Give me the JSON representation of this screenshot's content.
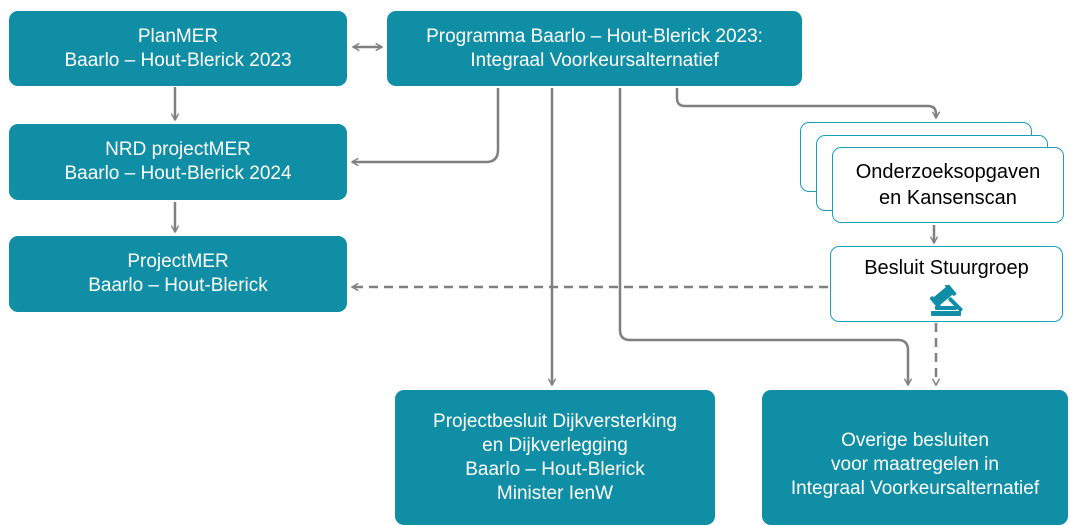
{
  "colors": {
    "box_fill": "#0f8ea6",
    "card_border": "#1a9fbb",
    "connector": "#808080",
    "gavel_icon": "#0f8ea6"
  },
  "boxes": {
    "planmer": {
      "lines": [
        "PlanMER",
        "Baarlo – Hout-Blerick 2023"
      ]
    },
    "programma": {
      "lines": [
        "Programma Baarlo – Hout-Blerick 2023:",
        "Integraal Voorkeursalternatief"
      ]
    },
    "nrd": {
      "lines": [
        "NRD projectMER",
        "Baarlo – Hout-Blerick 2024"
      ]
    },
    "projectmer": {
      "lines": [
        "ProjectMER",
        "Baarlo – Hout-Blerick"
      ]
    },
    "projectbesluit": {
      "lines": [
        "Projectbesluit Dijkversterking",
        "en Dijkverlegging",
        "Baarlo – Hout-Blerick",
        "Minister IenW"
      ]
    },
    "overige": {
      "lines": [
        "Overige besluiten",
        "voor maatregelen in",
        "Integraal Voorkeursalternatief"
      ]
    }
  },
  "cards": {
    "onderzoek": {
      "lines": [
        "Onderzoeksopgaven",
        "en Kansenscan"
      ]
    },
    "stuurgroep": {
      "label": "Besluit Stuurgroep",
      "icon": "gavel-icon"
    }
  }
}
